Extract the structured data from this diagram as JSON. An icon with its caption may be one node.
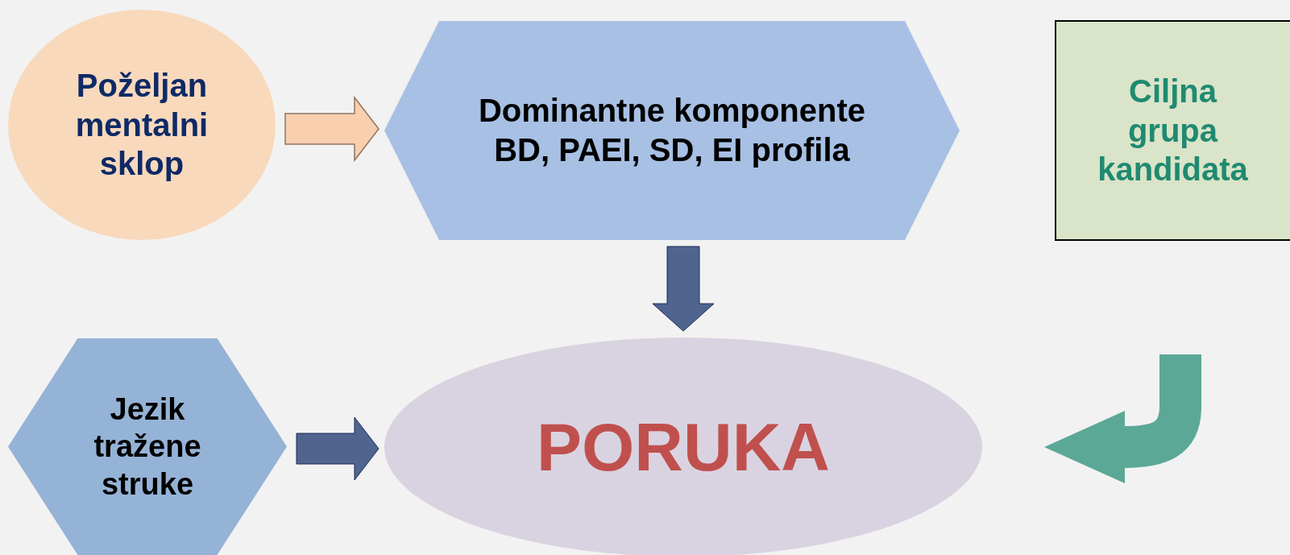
{
  "diagram": {
    "nodes": [
      {
        "text": [
          "Poželjan mentalni sklop"
        ]
      },
      {
        "text": [
          "Dominantne komponente BD, PAEI, SD, EI profila"
        ]
      },
      {
        "text": [
          "Ciljna grupa kandidata"
        ]
      },
      {
        "text": [
          "Jezik tražene struke"
        ]
      },
      {
        "text": [
          "PORUKA"
        ]
      }
    ],
    "edges": [
      {
        "from": 0,
        "to": 1,
        "arrow": "to",
        "color": "#f9cfae"
      },
      {
        "from": 1,
        "to": 4,
        "arrow": "to"
      },
      {
        "from": 3,
        "to": 4,
        "arrow": "to"
      },
      {
        "from": null,
        "to": 4,
        "arrow": "to",
        "color": "#5ba897"
      }
    ]
  }
}
